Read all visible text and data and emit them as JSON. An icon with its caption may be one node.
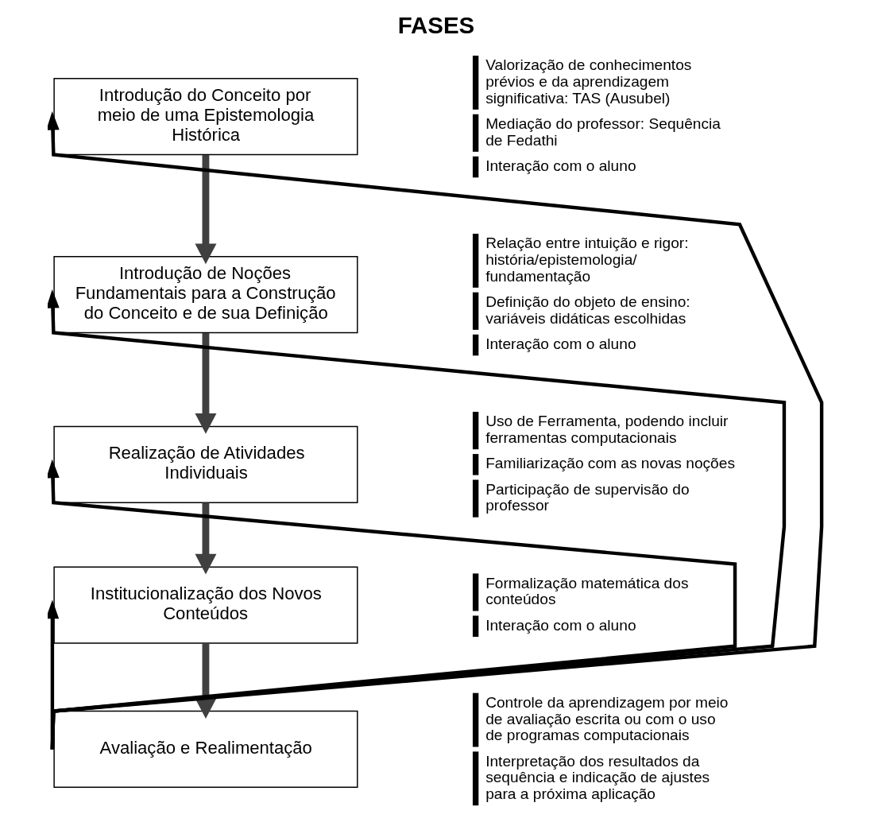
{
  "diagram": {
    "title": "FASES",
    "nodes": [
      {
        "text": [
          "Introdução do Conceito por meio de uma Epistemologia Histórica"
        ],
        "beside": [
          "Valorização de conhecimentos prévios e da aprendizagem significativa: TAS (Ausubel)",
          "Mediação do professor: Sequência de Fedathi",
          "Interação com o aluno"
        ]
      },
      {
        "text": [
          "Introdução de Noções Fundamentais para a Construção do Conceito e de sua Definição"
        ],
        "beside": [
          "Relação entre intuição e rigor: história/epistemologia/ fundamentação",
          "Definição do objeto de ensino: variáveis didáticas escolhidas",
          "Interação com o aluno"
        ]
      },
      {
        "text": [
          "Realização de Atividades Individuais"
        ],
        "beside": [
          "Uso de Ferramenta, podendo incluir ferramentas computacionais",
          "Familiarização com as novas noções",
          "Participação de supervisão do professor"
        ]
      },
      {
        "text": [
          "Institucionalização dos Novos Conteúdos"
        ],
        "beside": [
          "Formalização matemática dos conteúdos",
          "Interação com o aluno"
        ]
      },
      {
        "text": [
          "Avaliação e Realimentação"
        ],
        "beside": [
          "Controle da aprendizagem por meio de avaliação escrita ou com o uso de programas computacionais",
          "Interpretação dos resultados da sequência e indicação de ajustes para a próxima aplicação"
        ]
      }
    ],
    "edges": [
      {
        "from": 0,
        "to": 1,
        "arrow": "to",
        "style": "thick"
      },
      {
        "from": 1,
        "to": 2,
        "arrow": "to",
        "style": "thick"
      },
      {
        "from": 2,
        "to": 3,
        "arrow": "to",
        "style": "thick"
      },
      {
        "from": 3,
        "to": 4,
        "arrow": "to",
        "style": "thick"
      },
      {
        "from": 4,
        "to": 0,
        "arrow": "to"
      },
      {
        "from": 4,
        "to": 1,
        "arrow": "to"
      },
      {
        "from": 4,
        "to": 2,
        "arrow": "to"
      },
      {
        "from": 4,
        "to": 3,
        "arrow": "to"
      }
    ]
  }
}
